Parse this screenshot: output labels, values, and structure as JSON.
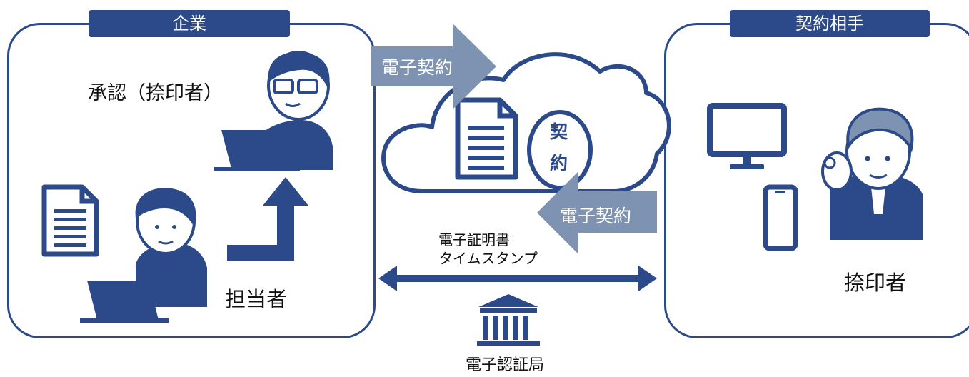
{
  "company": {
    "tab_label": "企業",
    "approver_label": "承認（捺印者）",
    "staff_label": "担当者"
  },
  "partner": {
    "tab_label": "契約相手",
    "signer_label": "捺印者"
  },
  "cloud": {
    "stamp_chars": [
      "契",
      "約"
    ]
  },
  "flows": {
    "outgoing_label": "電子契約",
    "incoming_label": "電子契約",
    "certificate_lines": [
      "電子証明書",
      "タイムスタンプ"
    ]
  },
  "authority": {
    "label": "電子認証局"
  },
  "colors": {
    "navy": "#2c4a8a",
    "arrow_gray": "#7e93b1",
    "skin": "#ffffff"
  }
}
